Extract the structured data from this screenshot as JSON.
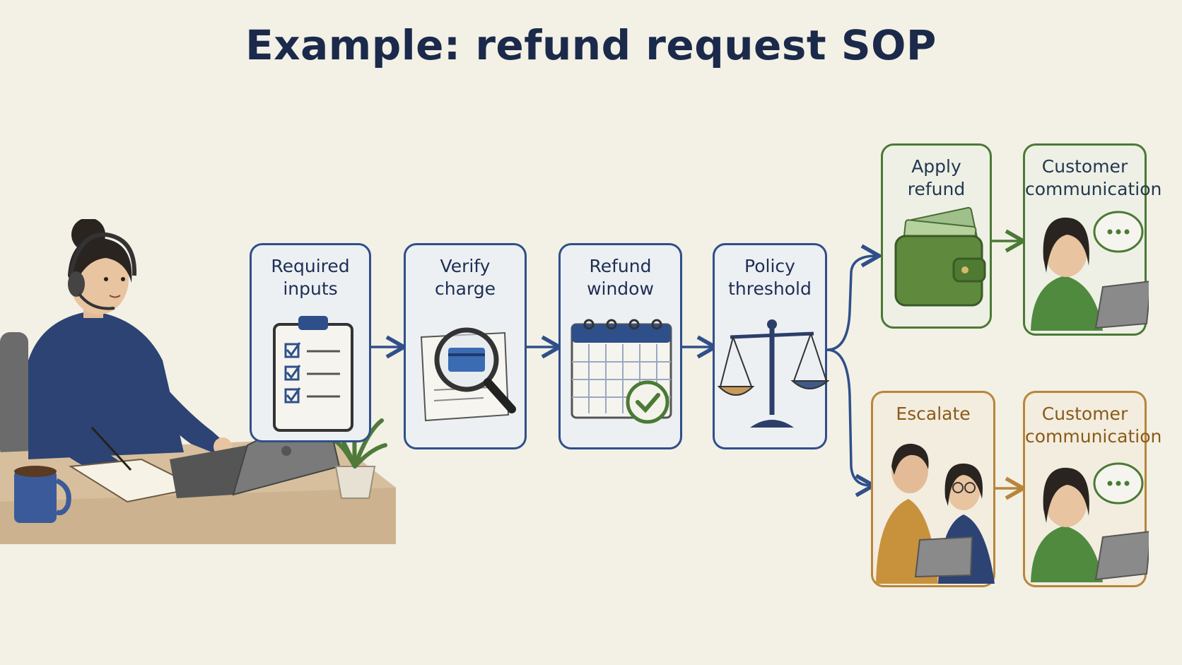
{
  "title": "Example: refund request SOP",
  "steps": [
    {
      "label": "Required\ninputs",
      "icon": "clipboard-checklist-icon"
    },
    {
      "label": "Verify\ncharge",
      "icon": "magnifier-card-icon"
    },
    {
      "label": "Refund\nwindow",
      "icon": "calendar-check-icon"
    },
    {
      "label": "Policy\nthreshold",
      "icon": "balance-scale-icon"
    }
  ],
  "branches": {
    "approve": [
      {
        "label": "Apply\nrefund",
        "icon": "wallet-icon"
      },
      {
        "label": "Customer\ncommunication",
        "icon": "customer-chat-icon"
      }
    ],
    "escalate": [
      {
        "label": "Escalate",
        "icon": "two-people-meeting-icon"
      },
      {
        "label": "Customer\ncommunication",
        "icon": "customer-chat-icon"
      }
    ]
  },
  "colors": {
    "flow": "#2f4f8a",
    "approve": "#4a7a34",
    "escalate": "#b8863a",
    "title": "#1b2a4a"
  }
}
